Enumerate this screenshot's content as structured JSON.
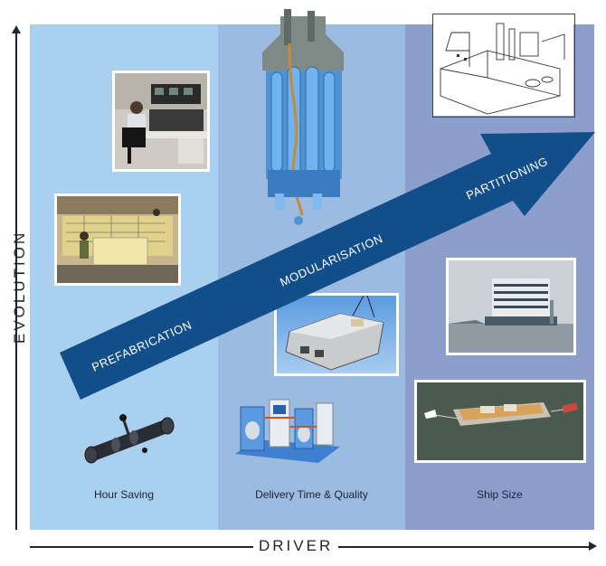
{
  "axes": {
    "y_label": "EVOLUTION",
    "x_label": "DRIVER"
  },
  "columns": [
    {
      "driver": "Hour Saving",
      "color": "#a9d0ee"
    },
    {
      "driver": "Delivery Time & Quality",
      "color": "#9bbbe0"
    },
    {
      "driver": "Ship Size",
      "color": "#8c9fcc"
    }
  ],
  "arrow": {
    "color": "#124e8a",
    "stages": [
      "PREFABRICATION",
      "MODULARISATION",
      "PARTITIONING"
    ]
  }
}
